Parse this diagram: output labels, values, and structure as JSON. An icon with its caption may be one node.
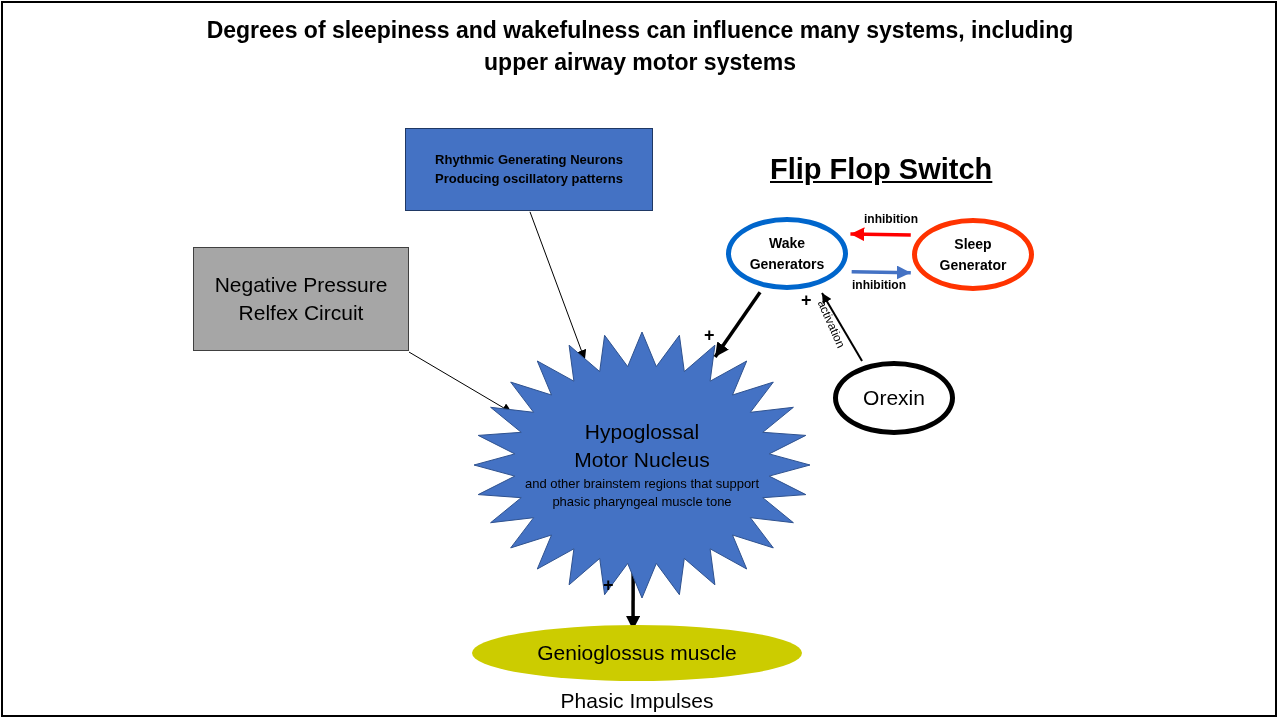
{
  "diagram": {
    "title": "Degrees of sleepiness and wakefulness can influence many systems, including upper airway motor systems",
    "nodes": [
      {
        "text": [
          "Rhythmic Generating Neurons Producing oscillatory patterns"
        ]
      },
      {
        "text": [
          "Negative Pressure Relfex Circuit"
        ]
      },
      {
        "text": [
          "Hypoglossal Motor Nucleus",
          "and other brainstem regions that support phasic pharyngeal muscle tone"
        ]
      },
      {
        "text": [
          "Wake Generators"
        ]
      },
      {
        "text": [
          "Sleep Generator"
        ]
      },
      {
        "text": [
          "Orexin"
        ]
      },
      {
        "text": [
          "Genioglossus muscle"
        ],
        "beside": [
          "Phasic Impulses"
        ]
      }
    ],
    "edges": [
      {
        "from": 0,
        "to": 2,
        "arrow": "to"
      },
      {
        "from": 1,
        "to": 2,
        "arrow": "to"
      },
      {
        "from": 3,
        "to": 2,
        "arrow": "to",
        "label": "+"
      },
      {
        "from": 4,
        "to": 3,
        "arrow": "to",
        "label": "inhibition",
        "color": "#ff0000"
      },
      {
        "from": 3,
        "to": 4,
        "arrow": "to",
        "label": "inhibition",
        "color": "#4472c4"
      },
      {
        "from": 5,
        "to": 3,
        "arrow": "to",
        "label": "activation"
      },
      {
        "from": 2,
        "to": 6,
        "arrow": "to",
        "label": "+"
      }
    ],
    "labels": [
      "Flip Flop Switch",
      "+"
    ]
  }
}
